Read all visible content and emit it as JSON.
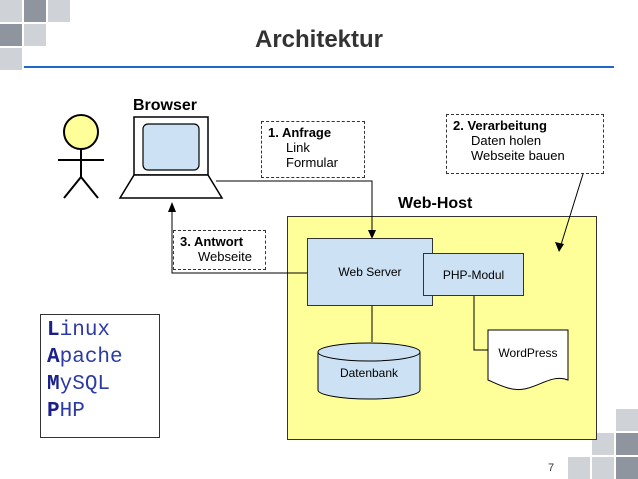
{
  "slide": {
    "title": "Architektur",
    "page_number": "7"
  },
  "browser": {
    "label": "Browser"
  },
  "web_host": {
    "label": "Web-Host"
  },
  "notes": {
    "anfrage": {
      "heading": "1. Anfrage",
      "lines": [
        "Link",
        "Formular"
      ]
    },
    "verarbeitung": {
      "heading": "2. Verarbeitung",
      "lines": [
        "Daten holen",
        "Webseite bauen"
      ]
    },
    "antwort": {
      "heading": "3. Antwort",
      "lines": [
        "Webseite"
      ]
    }
  },
  "components": {
    "web_server": "Web Server",
    "php_modul": "PHP-Modul",
    "datenbank": "Datenbank",
    "wordpress": "WordPress"
  },
  "lamp": {
    "items": [
      {
        "first": "L",
        "rest": "inux"
      },
      {
        "first": "A",
        "rest": "pache"
      },
      {
        "first": "M",
        "rest": "ySQL"
      },
      {
        "first": "P",
        "rest": "HP"
      }
    ]
  },
  "colors": {
    "accent": "#1f66c6",
    "host_fill": "#ffff99",
    "box_fill": "#cce1f4",
    "person_fill": "#ffff99"
  }
}
